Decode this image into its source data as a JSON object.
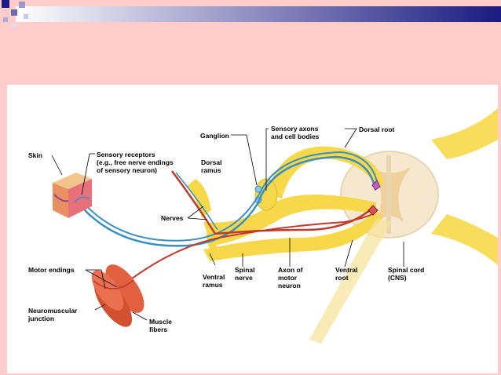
{
  "colors": {
    "background": "#ffcccc",
    "header_gradient_start": "#ffffff",
    "header_gradient_end": "#1a1a80",
    "corner_squares": "#1a1a80",
    "nerve_yellow": "#f7d84a",
    "sensory_blue": "#3a8fc0",
    "motor_red": "#c0392b",
    "spinal_cord": "#f5e8cf",
    "muscle": "#e06040"
  },
  "labels": {
    "skin": "Skin",
    "sensory_receptors": "Sensory receptors\n(e.g., free nerve endings\nof sensory neuron)",
    "ganglion": "Ganglion",
    "sensory_axons": "Sensory axons\nand cell bodies",
    "dorsal_root": "Dorsal root",
    "dorsal_ramus": "Dorsal\nramus",
    "nerves": "Nerves",
    "motor_endings": "Motor endings",
    "neuromuscular_junction": "Neuromuscular\njunction",
    "muscle_fibers": "Muscle\nfibers",
    "ventral_ramus": "Ventral\nramus",
    "spinal_nerve": "Spinal\nnerve",
    "axon_motor_neuron": "Axon of\nmotor\nneuron",
    "ventral_root": "Ventral\nroot",
    "spinal_cord": "Spinal cord\n(CNS)"
  }
}
